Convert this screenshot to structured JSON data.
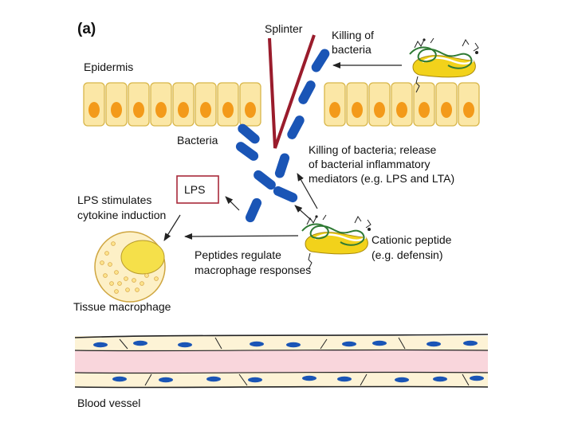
{
  "panel_label": "(a)",
  "labels": {
    "epidermis": "Epidermis",
    "splinter": "Splinter",
    "killing_of_bacteria_1": "Killing of",
    "killing_of_bacteria_2": "bacteria",
    "bacteria": "Bacteria",
    "release_1": "Killing of bacteria; release",
    "release_2": "of bacterial inflammatory",
    "release_3": "mediators (e.g. LPS and LTA)",
    "lps": "LPS",
    "lps_stimulates_1": "LPS stimulates",
    "lps_stimulates_2": "cytokine induction",
    "cationic_1": "Cationic peptide",
    "cationic_2": "(e.g. defensin)",
    "peptides_regulate_1": "Peptides regulate",
    "peptides_regulate_2": "macrophage responses",
    "tissue_macrophage": "Tissue macrophage",
    "blood_vessel": "Blood vessel"
  },
  "colors": {
    "cell_fill": "#fbe7a6",
    "cell_stroke": "#d8b64a",
    "nucleus": "#f39a1a",
    "bacteria": "#1a55b6",
    "splinter": "#9a1c2c",
    "lps_box": "#a82a3a",
    "vessel_lumen": "#f9d6dc",
    "vessel_wall": "#fdf3d6",
    "vessel_nucleus": "#1a55b6",
    "peptide_yellow": "#f2d21b",
    "peptide_green": "#2f7a34",
    "macrophage_fill": "#fdf0c6",
    "macrophage_nucleus": "#f5e04a"
  }
}
